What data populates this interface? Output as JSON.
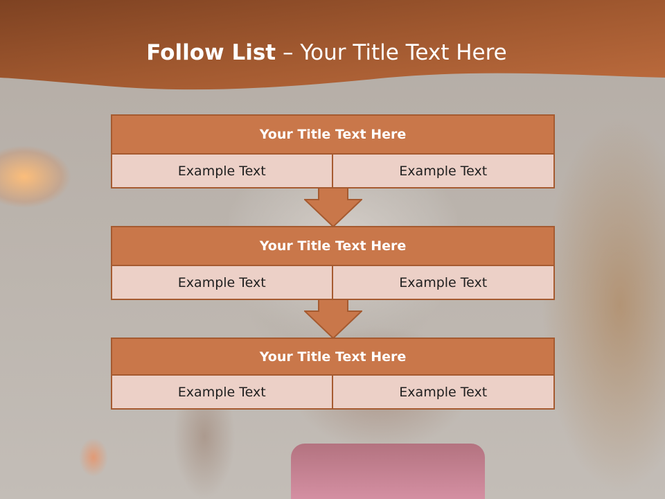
{
  "slide": {
    "title_bold": "Follow List",
    "title_rest": " – Your Title Text Here"
  },
  "steps": [
    {
      "title": "Your Title Text Here",
      "left": "Example Text",
      "right": "Example Text"
    },
    {
      "title": "Your Title Text Here",
      "left": "Example Text",
      "right": "Example Text"
    },
    {
      "title": "Your Title Text Here",
      "left": "Example Text",
      "right": "Example Text"
    }
  ],
  "colors": {
    "banner": "#b0643a",
    "title_box": "#c9774a",
    "cell": "#ecd0c7",
    "border": "#a55a30",
    "arrow": "#c9774a"
  },
  "icons": [
    "down-arrow-icon",
    "down-arrow-icon"
  ]
}
